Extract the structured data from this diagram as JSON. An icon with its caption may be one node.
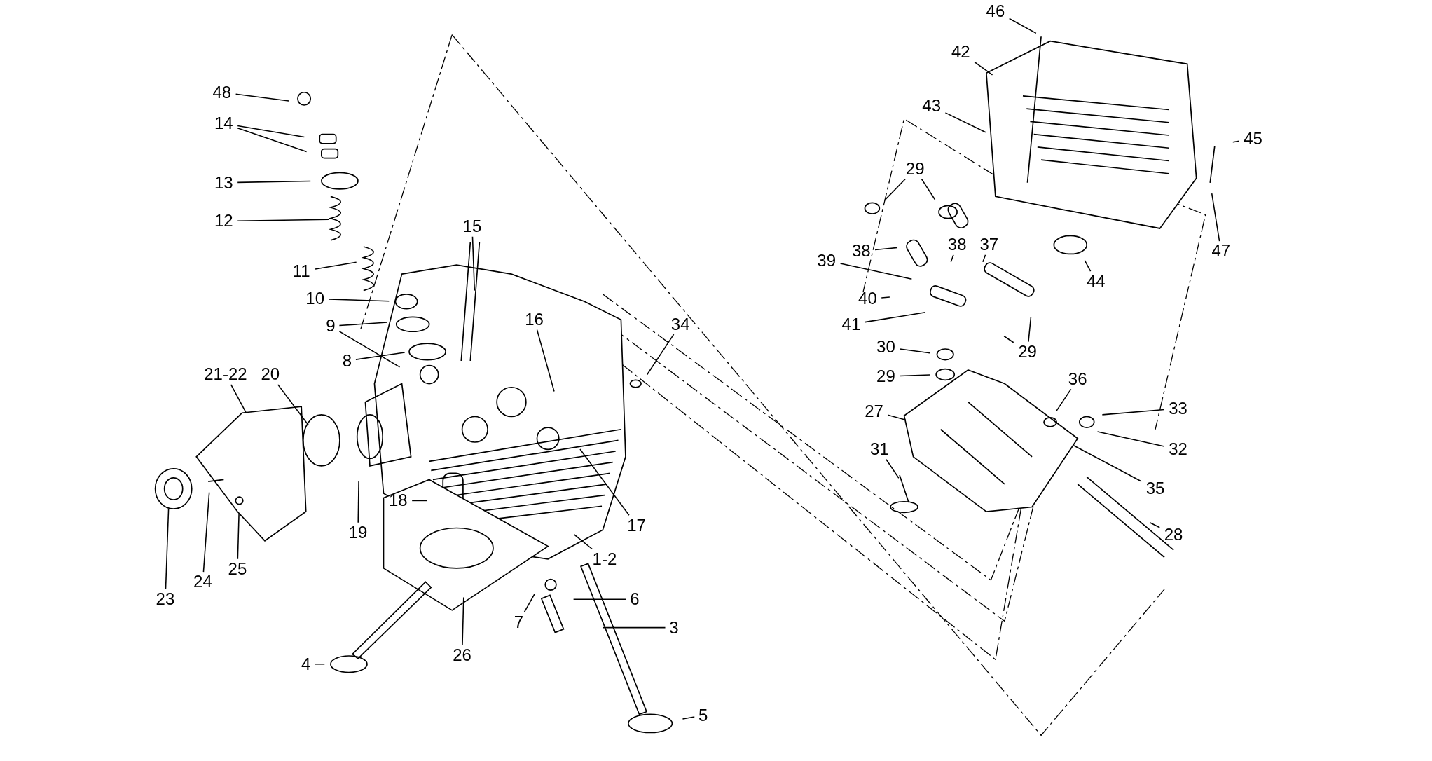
{
  "diagram": {
    "nodes": [
      {
        "text": [
          "46"
        ]
      },
      {
        "text": [
          "42"
        ]
      },
      {
        "text": [
          "48"
        ]
      },
      {
        "text": [
          "43"
        ]
      },
      {
        "text": [
          "14"
        ]
      },
      {
        "text": [
          "45"
        ]
      },
      {
        "text": [
          "29"
        ]
      },
      {
        "text": [
          "13"
        ]
      },
      {
        "text": [
          "12"
        ]
      },
      {
        "text": [
          "15"
        ]
      },
      {
        "text": [
          "38"
        ]
      },
      {
        "text": [
          "37"
        ]
      },
      {
        "text": [
          "39"
        ]
      },
      {
        "text": [
          "38"
        ]
      },
      {
        "text": [
          "47"
        ]
      },
      {
        "text": [
          "11"
        ]
      },
      {
        "text": [
          "44"
        ]
      },
      {
        "text": [
          "10"
        ]
      },
      {
        "text": [
          "40"
        ]
      },
      {
        "text": [
          "41"
        ]
      },
      {
        "text": [
          "9"
        ]
      },
      {
        "text": [
          "16"
        ]
      },
      {
        "text": [
          "34"
        ]
      },
      {
        "text": [
          "30"
        ]
      },
      {
        "text": [
          "29"
        ]
      },
      {
        "text": [
          "8"
        ]
      },
      {
        "text": [
          "29"
        ]
      },
      {
        "text": [
          "21-22"
        ]
      },
      {
        "text": [
          "20"
        ]
      },
      {
        "text": [
          "36"
        ]
      },
      {
        "text": [
          "33"
        ]
      },
      {
        "text": [
          "27"
        ]
      },
      {
        "text": [
          "31"
        ]
      },
      {
        "text": [
          "32"
        ]
      },
      {
        "text": [
          "35"
        ]
      },
      {
        "text": [
          "18"
        ]
      },
      {
        "text": [
          "17"
        ]
      },
      {
        "text": [
          "19"
        ]
      },
      {
        "text": [
          "28"
        ]
      },
      {
        "text": [
          "1-2"
        ]
      },
      {
        "text": [
          "25"
        ]
      },
      {
        "text": [
          "24"
        ]
      },
      {
        "text": [
          "6"
        ]
      },
      {
        "text": [
          "23"
        ]
      },
      {
        "text": [
          "3"
        ]
      },
      {
        "text": [
          "7"
        ]
      },
      {
        "text": [
          "26"
        ]
      },
      {
        "text": [
          "4"
        ]
      },
      {
        "text": [
          "5"
        ]
      }
    ],
    "edges": [
      {
        "from": 0,
        "to": null,
        "arrow": "none"
      },
      {
        "from": 1,
        "to": null,
        "arrow": "none"
      },
      {
        "from": 2,
        "to": null,
        "arrow": "none"
      },
      {
        "from": 3,
        "to": null,
        "arrow": "none"
      },
      {
        "from": 4,
        "to": null,
        "arrow": "none"
      },
      {
        "from": 4,
        "to": null,
        "arrow": "none"
      },
      {
        "from": 5,
        "to": null,
        "arrow": "none"
      },
      {
        "from": 6,
        "to": null,
        "arrow": "none"
      },
      {
        "from": 6,
        "to": null,
        "arrow": "none"
      },
      {
        "from": 7,
        "to": null,
        "arrow": "none"
      },
      {
        "from": 8,
        "to": null,
        "arrow": "none"
      },
      {
        "from": 9,
        "to": null,
        "arrow": "none"
      },
      {
        "from": 10,
        "to": null,
        "arrow": "none"
      },
      {
        "from": 11,
        "to": null,
        "arrow": "none"
      },
      {
        "from": 12,
        "to": null,
        "arrow": "none"
      },
      {
        "from": 13,
        "to": null,
        "arrow": "none"
      },
      {
        "from": 14,
        "to": null,
        "arrow": "none"
      },
      {
        "from": 15,
        "to": null,
        "arrow": "none"
      },
      {
        "from": 16,
        "to": null,
        "arrow": "none"
      },
      {
        "from": 17,
        "to": null,
        "arrow": "none"
      },
      {
        "from": 18,
        "to": null,
        "arrow": "none"
      },
      {
        "from": 19,
        "to": null,
        "arrow": "none"
      },
      {
        "from": 20,
        "to": null,
        "arrow": "none"
      },
      {
        "from": 20,
        "to": null,
        "arrow": "none"
      },
      {
        "from": 21,
        "to": null,
        "arrow": "none"
      },
      {
        "from": 22,
        "to": null,
        "arrow": "none"
      },
      {
        "from": 23,
        "to": null,
        "arrow": "none"
      },
      {
        "from": 24,
        "to": null,
        "arrow": "none"
      },
      {
        "from": 24,
        "to": null,
        "arrow": "none"
      },
      {
        "from": 25,
        "to": null,
        "arrow": "none"
      },
      {
        "from": 26,
        "to": null,
        "arrow": "none"
      },
      {
        "from": 27,
        "to": null,
        "arrow": "none"
      },
      {
        "from": 28,
        "to": null,
        "arrow": "none"
      },
      {
        "from": 29,
        "to": null,
        "arrow": "none"
      },
      {
        "from": 30,
        "to": null,
        "arrow": "none"
      },
      {
        "from": 31,
        "to": null,
        "arrow": "none"
      },
      {
        "from": 32,
        "to": null,
        "arrow": "none"
      },
      {
        "from": 33,
        "to": null,
        "arrow": "none"
      },
      {
        "from": 34,
        "to": null,
        "arrow": "none"
      },
      {
        "from": 35,
        "to": null,
        "arrow": "none"
      },
      {
        "from": 36,
        "to": null,
        "arrow": "none"
      },
      {
        "from": 37,
        "to": null,
        "arrow": "none"
      },
      {
        "from": 38,
        "to": null,
        "arrow": "none"
      },
      {
        "from": 39,
        "to": null,
        "arrow": "none"
      },
      {
        "from": 40,
        "to": null,
        "arrow": "none"
      },
      {
        "from": 41,
        "to": null,
        "arrow": "none"
      },
      {
        "from": 42,
        "to": null,
        "arrow": "none"
      },
      {
        "from": 43,
        "to": null,
        "arrow": "none"
      },
      {
        "from": 44,
        "to": null,
        "arrow": "none"
      },
      {
        "from": 45,
        "to": null,
        "arrow": "none"
      },
      {
        "from": 46,
        "to": null,
        "arrow": "none"
      },
      {
        "from": 47,
        "to": null,
        "arrow": "none"
      },
      {
        "from": 48,
        "to": null,
        "arrow": "none"
      }
    ]
  }
}
